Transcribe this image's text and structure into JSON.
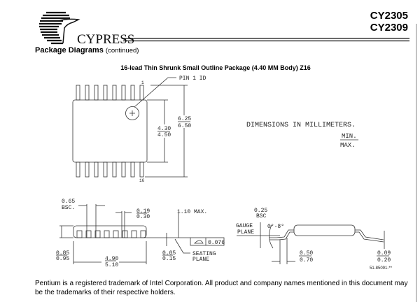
{
  "header": {
    "logo_text": "CYPRESS",
    "part_numbers": [
      "CY2305",
      "CY2309"
    ]
  },
  "section": {
    "title": "Package Diagrams",
    "suffix": "(continued)"
  },
  "diagram": {
    "title": "16-lead Thin Shrunk Small Outline Package (4.40 MM Body) Z16",
    "pin1_label": "PIN 1 ID",
    "pin_first": "1",
    "pin_last": "16",
    "body_width": {
      "min": "4.30",
      "max": "4.50"
    },
    "overall_width": {
      "min": "6.25",
      "max": "6.50"
    },
    "units_note": "DIMENSIONS IN MILLIMETERS.",
    "min_label": "MIN.",
    "max_label": "MAX.",
    "pitch": {
      "value": "0.65",
      "note": "BSC."
    },
    "lead_width": {
      "min": "0.19",
      "max": "0.30"
    },
    "height_max": "1.10 MAX.",
    "body_thickness": {
      "min": "0.85",
      "max": "0.95"
    },
    "length": {
      "min": "4.90",
      "max": "5.10"
    },
    "standoff": {
      "min": "0.05",
      "max": "0.15"
    },
    "seating_plane": [
      "SEATING",
      "PLANE"
    ],
    "flatness": "0.076",
    "gauge": {
      "value": "0.25",
      "note": "BSC"
    },
    "gauge_plane": [
      "GAUGE",
      "PLANE"
    ],
    "angle": "0°-8°",
    "foot_length": {
      "min": "0.50",
      "max": "0.70"
    },
    "lead_thickness": {
      "min": "0.09",
      "max": "0.20"
    },
    "drawing_number": "51-85091-**"
  },
  "footer": {
    "text": "Pentium is a registered trademark of Intel Corporation. All product and company names mentioned in this document may be the trademarks of their respective holders."
  }
}
